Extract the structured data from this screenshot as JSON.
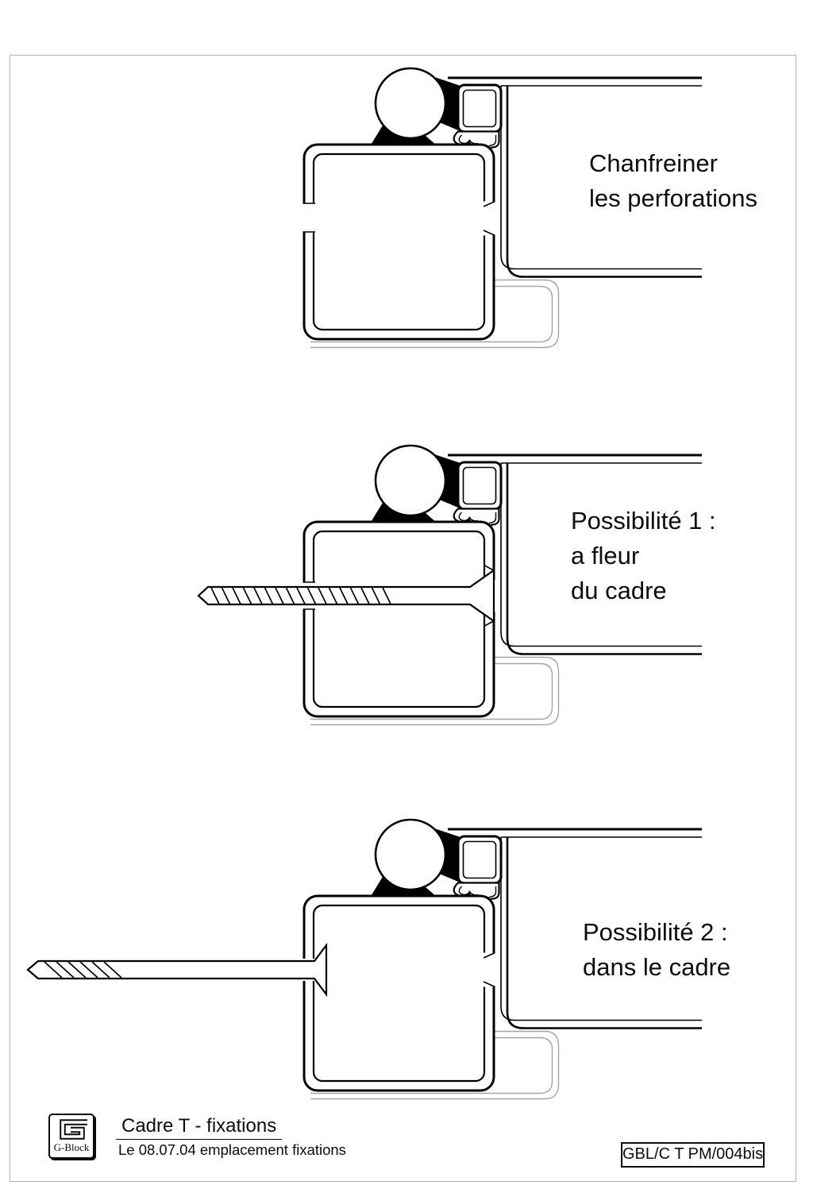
{
  "page": {
    "background": "#ffffff",
    "sheet_border_color": "#b4b4b4"
  },
  "colors": {
    "line": "#000000",
    "light_profile": "#a5a5a5"
  },
  "diagrams": [
    {
      "id": "top",
      "caption_lines": [
        "Chanfreiner",
        "les perforations"
      ]
    },
    {
      "id": "middle",
      "caption_lines": [
        "Possibilité 1 :",
        "a fleur",
        "du cadre"
      ]
    },
    {
      "id": "bottom",
      "caption_lines": [
        "Possibilité 2 :",
        "dans le cadre"
      ]
    }
  ],
  "footer": {
    "logo_text": "G-Block",
    "title": "Cadre T - fixations",
    "subtitle": "Le 08.07.04 emplacement fixations",
    "doc_ref": "GBL/C T PM/004bis"
  }
}
